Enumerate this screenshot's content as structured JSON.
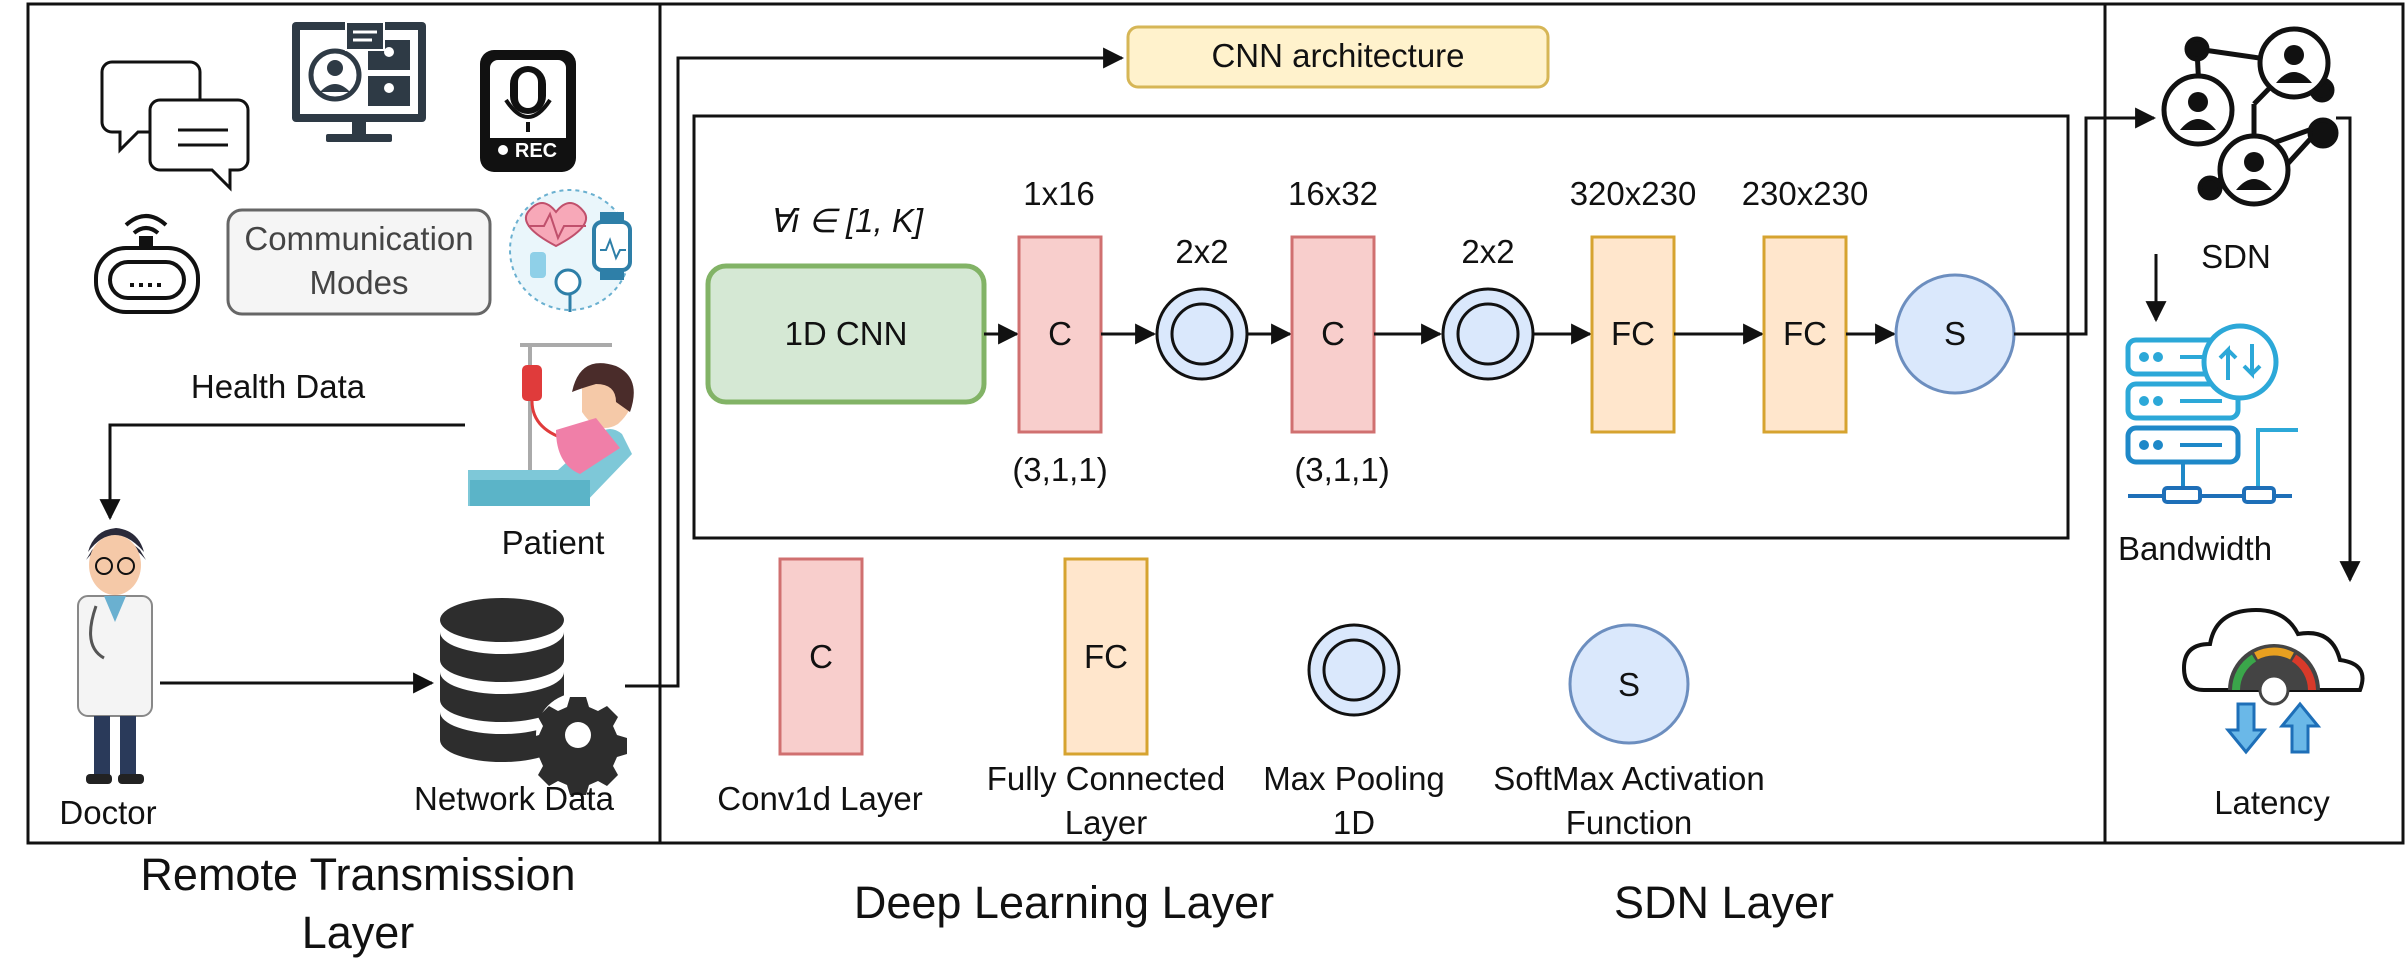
{
  "panels": {
    "remote": {
      "title_line1": "Remote Transmission",
      "title_line2": "Layer",
      "communication_modes_line1": "Communication",
      "communication_modes_line2": "Modes",
      "health_data": "Health Data",
      "patient": "Patient",
      "doctor": "Doctor",
      "network_data": "Network Data",
      "rec_badge": "REC",
      "icons": [
        "chat-bubbles-icon",
        "video-conference-icon",
        "voice-recorder-icon",
        "wireless-device-icon",
        "smartwatch-health-icon",
        "patient-icon",
        "doctor-icon",
        "database-gear-icon"
      ]
    },
    "deep": {
      "title": "Deep Learning Layer",
      "cnn_architecture": "CNN architecture",
      "forall_label": "∀i ∈ [1, K]",
      "cnn_block": "1D CNN",
      "conv1_dims": "1x16",
      "conv1_params": "(3,1,1)",
      "conv1_label": "C",
      "pool1_dims": "2x2",
      "conv2_dims": "16x32",
      "conv2_params": "(3,1,1)",
      "conv2_label": "C",
      "pool2_dims": "2x2",
      "fc1_dims": "320x230",
      "fc1_label": "FC",
      "fc2_dims": "230x230",
      "fc2_label": "FC",
      "softmax_label": "S",
      "legend": {
        "conv_symbol": "C",
        "conv_line1": "Conv1d Layer",
        "fc_symbol": "FC",
        "fc_line1": "Fully Connected",
        "fc_line2": "Layer",
        "pool_line1": "Max Pooling",
        "pool_line2": "1D",
        "softmax_symbol": "S",
        "softmax_line1": "SoftMax Activation",
        "softmax_line2": "Function"
      }
    },
    "sdn": {
      "title": "SDN Layer",
      "sdn_label": "SDN",
      "bandwidth_label": "Bandwidth",
      "latency_label": "Latency",
      "icons": [
        "network-nodes-icon",
        "server-bandwidth-icon",
        "cloud-latency-icon"
      ]
    }
  },
  "colors": {
    "conv_fill": "#f8cecc",
    "conv_stroke": "#d07070",
    "fc_fill": "#ffe6cc",
    "fc_stroke": "#d6a32f",
    "pool_fill": "#dae8fc",
    "pool_stroke": "#1a1a1a",
    "softmax_fill": "#dae8fc",
    "softmax_stroke": "#6c8ebf",
    "cnn_fill": "#d5e8d4",
    "cnn_stroke": "#82b366",
    "arch_fill": "#fff2cc",
    "arch_stroke": "#d6b656",
    "modes_fill": "#f5f5f5",
    "modes_stroke": "#666666"
  }
}
